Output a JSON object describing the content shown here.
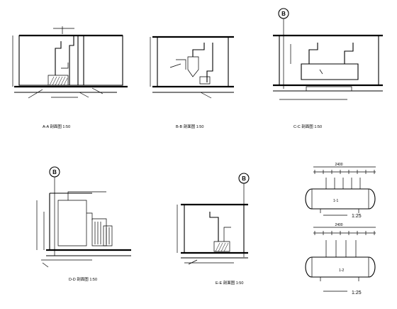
{
  "axis_marker": "B",
  "views": {
    "a": {
      "caption": "A-A 剖面图 1:50"
    },
    "b": {
      "caption": "B-B 剖面图 1:50"
    },
    "c": {
      "caption": "C-C 剖面图 1:50"
    },
    "d": {
      "caption": "D-D 剖面图 1:50"
    },
    "e": {
      "caption": "E-E 剖面图 1:50"
    }
  },
  "detail_1": {
    "dim_total": "2400",
    "label": "1-1",
    "scale": "1:25"
  },
  "detail_2": {
    "dim_total": "2400",
    "label": "1-2",
    "scale": "1:25"
  }
}
